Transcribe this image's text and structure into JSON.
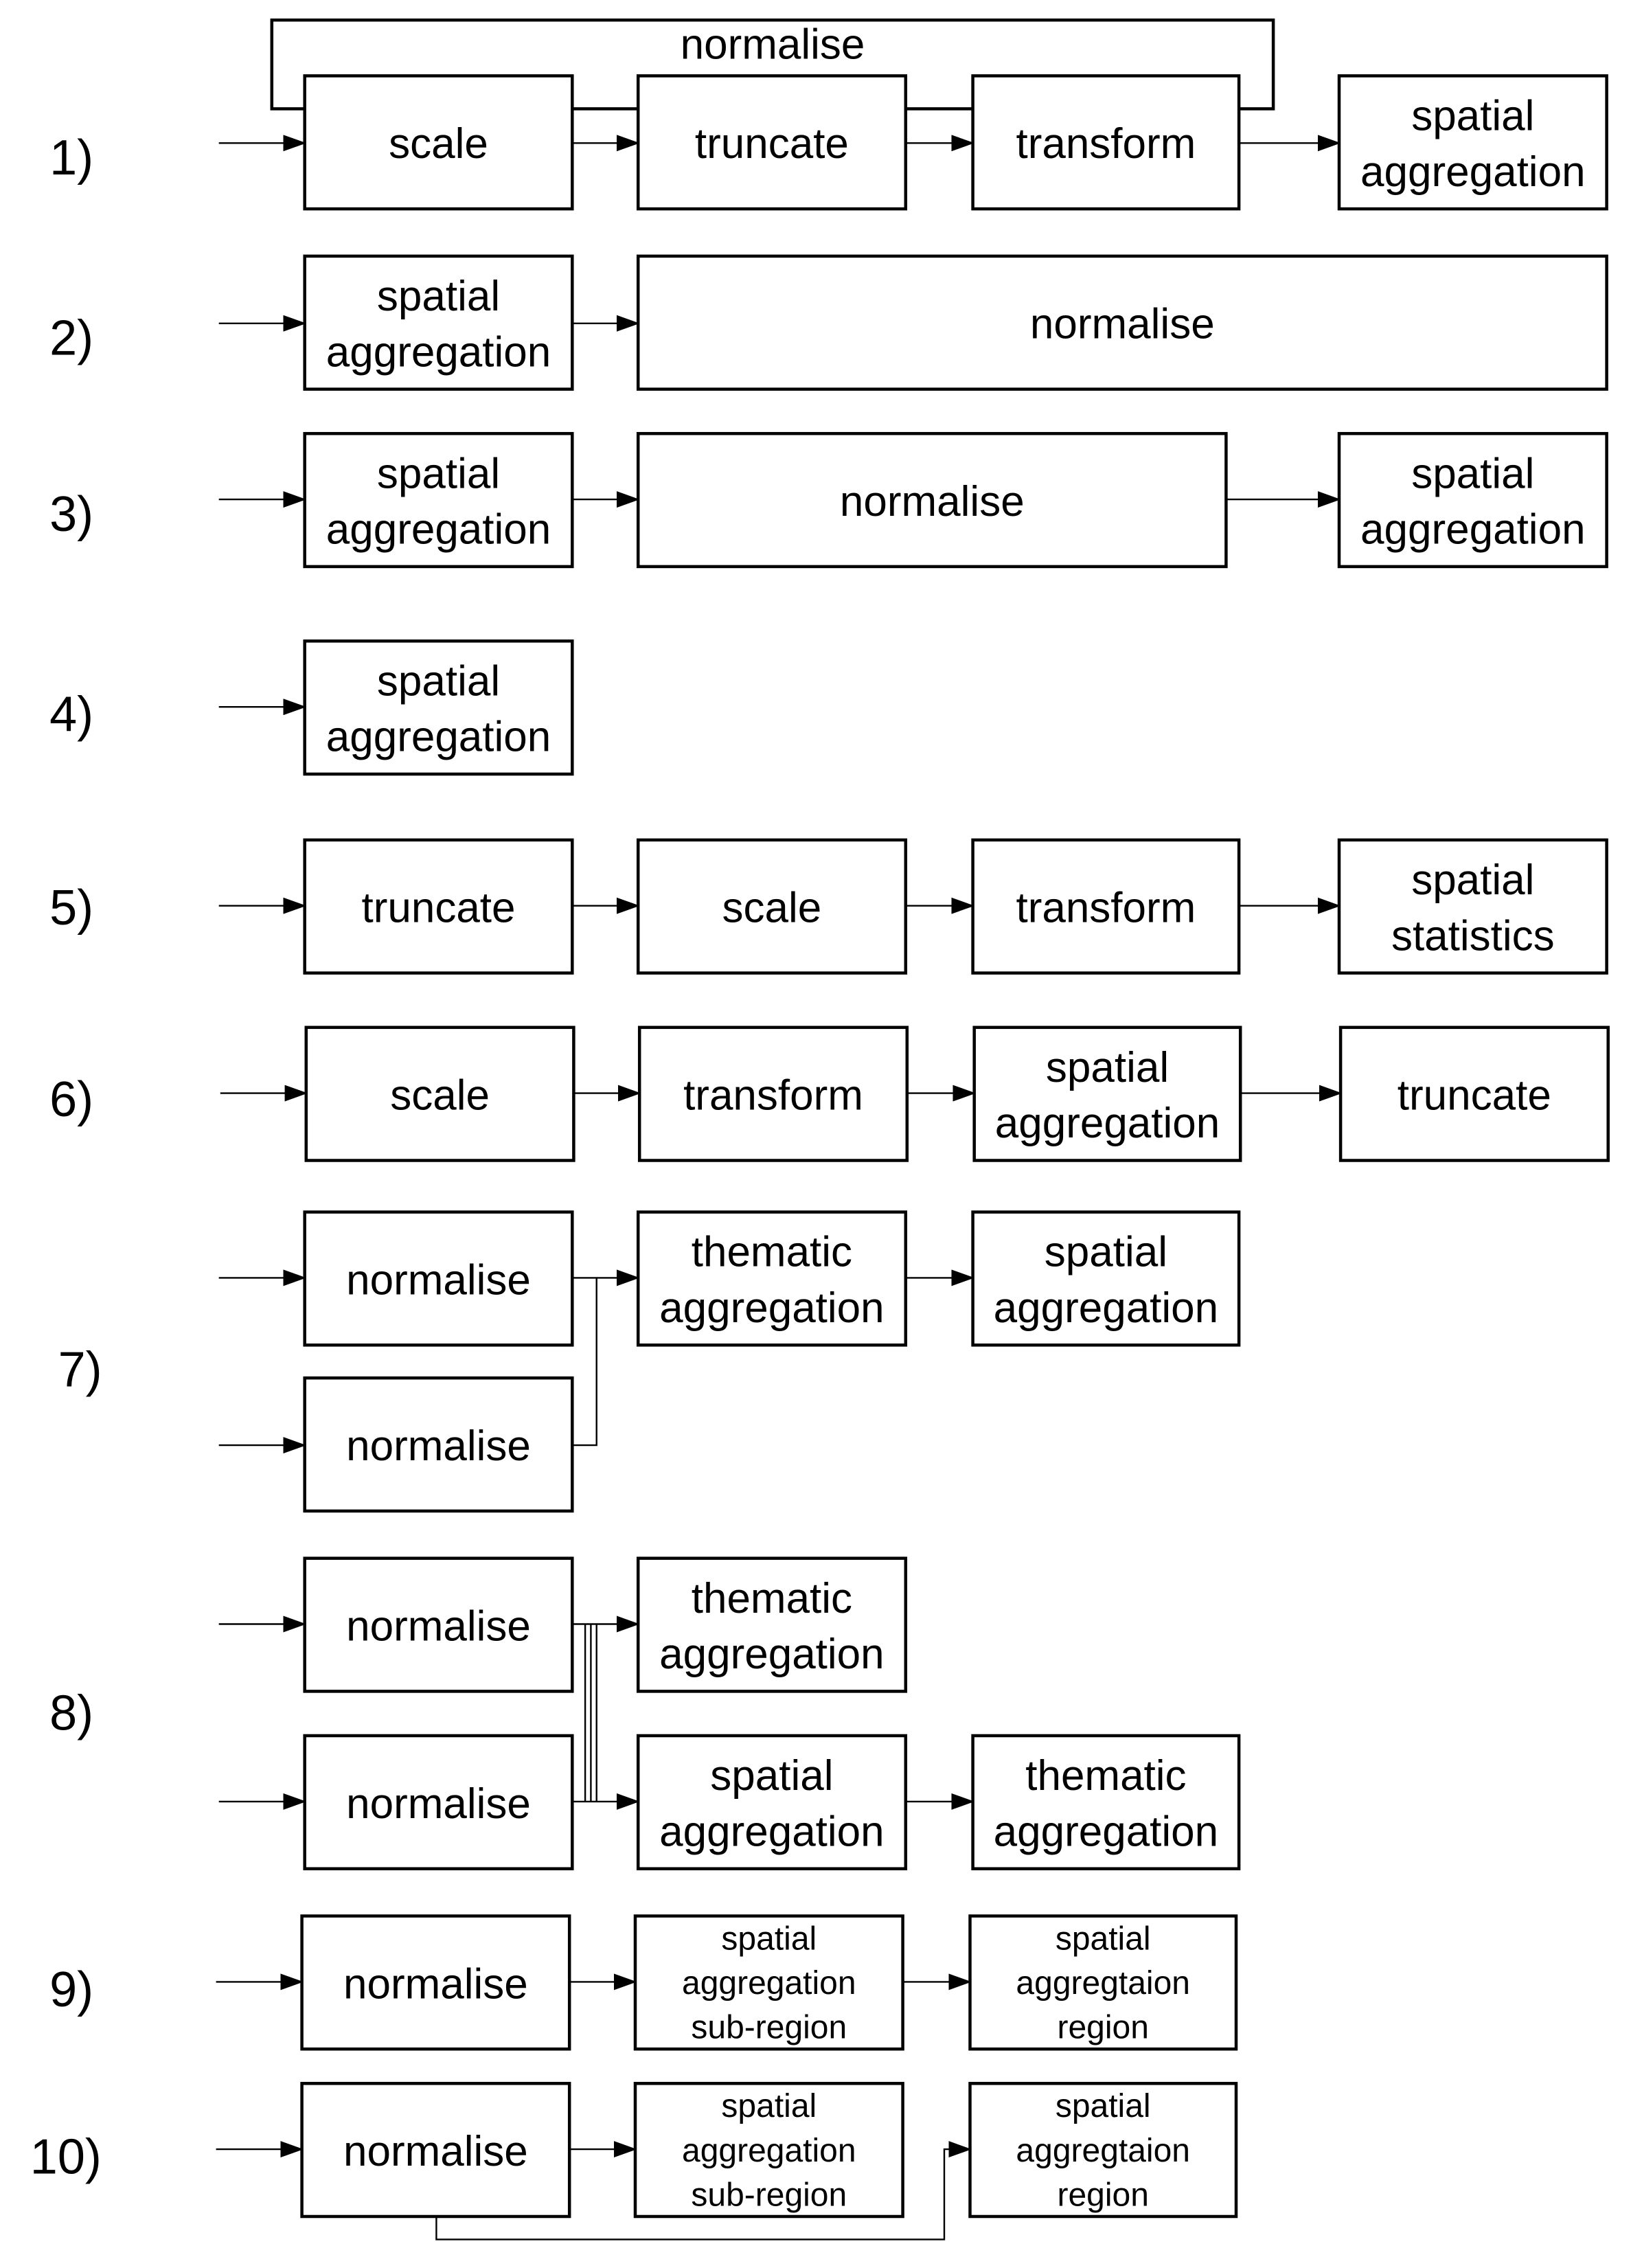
{
  "rows": [
    {
      "label": "1)",
      "nodes": {
        "normalise": "normalise",
        "scale": "scale",
        "truncate": "truncate",
        "transform": "transform",
        "spatial": [
          "spatial",
          "aggregation"
        ]
      }
    },
    {
      "label": "2)",
      "nodes": {
        "spatial": [
          "spatial",
          "aggregation"
        ],
        "normalise": "normalise"
      }
    },
    {
      "label": "3)",
      "nodes": {
        "spatial1": [
          "spatial",
          "aggregation"
        ],
        "normalise": "normalise",
        "spatial2": [
          "spatial",
          "aggregation"
        ]
      }
    },
    {
      "label": "4)",
      "nodes": {
        "spatial": [
          "spatial",
          "aggregation"
        ]
      }
    },
    {
      "label": "5)",
      "nodes": {
        "truncate": "truncate",
        "scale": "scale",
        "transform": "transform",
        "statistics": [
          "spatial",
          "statistics"
        ]
      }
    },
    {
      "label": "6)",
      "nodes": {
        "scale": "scale",
        "transform": "transform",
        "spatial": [
          "spatial",
          "aggregation"
        ],
        "truncate": "truncate"
      }
    },
    {
      "label": "7)",
      "nodes": {
        "normalise1": "normalise",
        "normalise2": "normalise",
        "thematic": [
          "thematic",
          "aggregation"
        ],
        "spatial": [
          "spatial",
          "aggregation"
        ]
      }
    },
    {
      "label": "8)",
      "nodes": {
        "normalise1": "normalise",
        "normalise2": "normalise",
        "thematic1": [
          "thematic",
          "aggregation"
        ],
        "spatial": [
          "spatial",
          "aggregation"
        ],
        "thematic2": [
          "thematic",
          "aggregation"
        ]
      }
    },
    {
      "label": "9)",
      "nodes": {
        "normalise": "normalise",
        "subregion": [
          "spatial",
          "aggregation",
          "sub-region"
        ],
        "region": [
          "spatial",
          "aggregtaion",
          "region"
        ]
      }
    },
    {
      "label": "10)",
      "nodes": {
        "normalise": "normalise",
        "subregion": [
          "spatial",
          "aggregation",
          "sub-region"
        ],
        "region": [
          "spatial",
          "aggregtaion",
          "region"
        ]
      }
    }
  ]
}
